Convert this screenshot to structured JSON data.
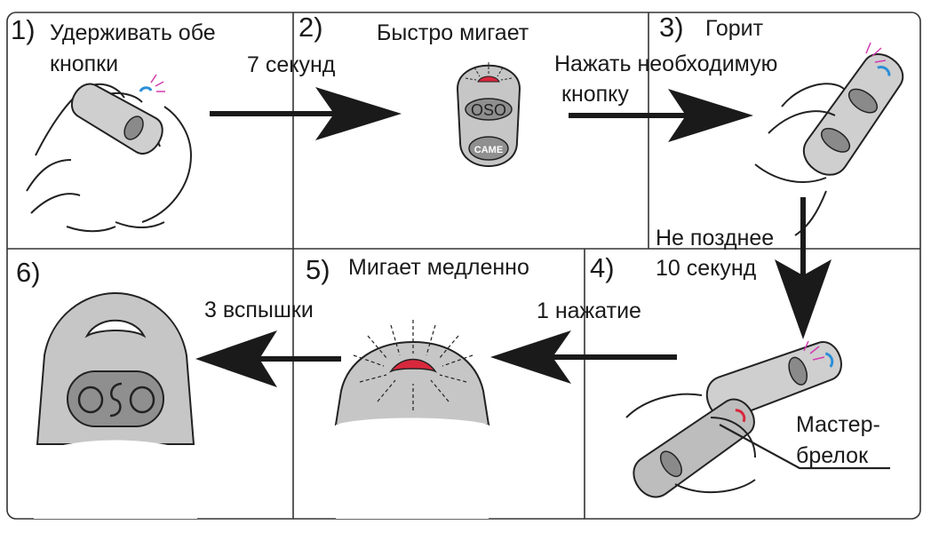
{
  "steps": {
    "s1": {
      "number": "1)",
      "text_line1": "Удерживать обе",
      "text_line2": "кнопки"
    },
    "s2": {
      "number": "2)",
      "text": "Быстро мигает"
    },
    "s3": {
      "number": "3)",
      "text": "Горит"
    },
    "s4": {
      "number": "4)"
    },
    "s5": {
      "number": "5)",
      "text": "Мигает медленно"
    },
    "s6": {
      "number": "6)"
    }
  },
  "transitions": {
    "t1": "7 секунд",
    "t2_line1": "Нажать необходимую",
    "t2_line2": "кнопку",
    "t3_line1": "Не позднее",
    "t3_line2": "10 секунд",
    "t4": "1 нажатие",
    "t5": "3 вспышки"
  },
  "callout": {
    "line1": "Мастер-",
    "line2": "брелок"
  },
  "remote": {
    "brand": "CAME",
    "logo": "OSO"
  },
  "colors": {
    "led_red": "#d8283c",
    "led_blue": "#2a8fd8",
    "glow": "#d23bb0",
    "body_grey": "#c6c6c6",
    "ink": "#1a1a1a"
  }
}
